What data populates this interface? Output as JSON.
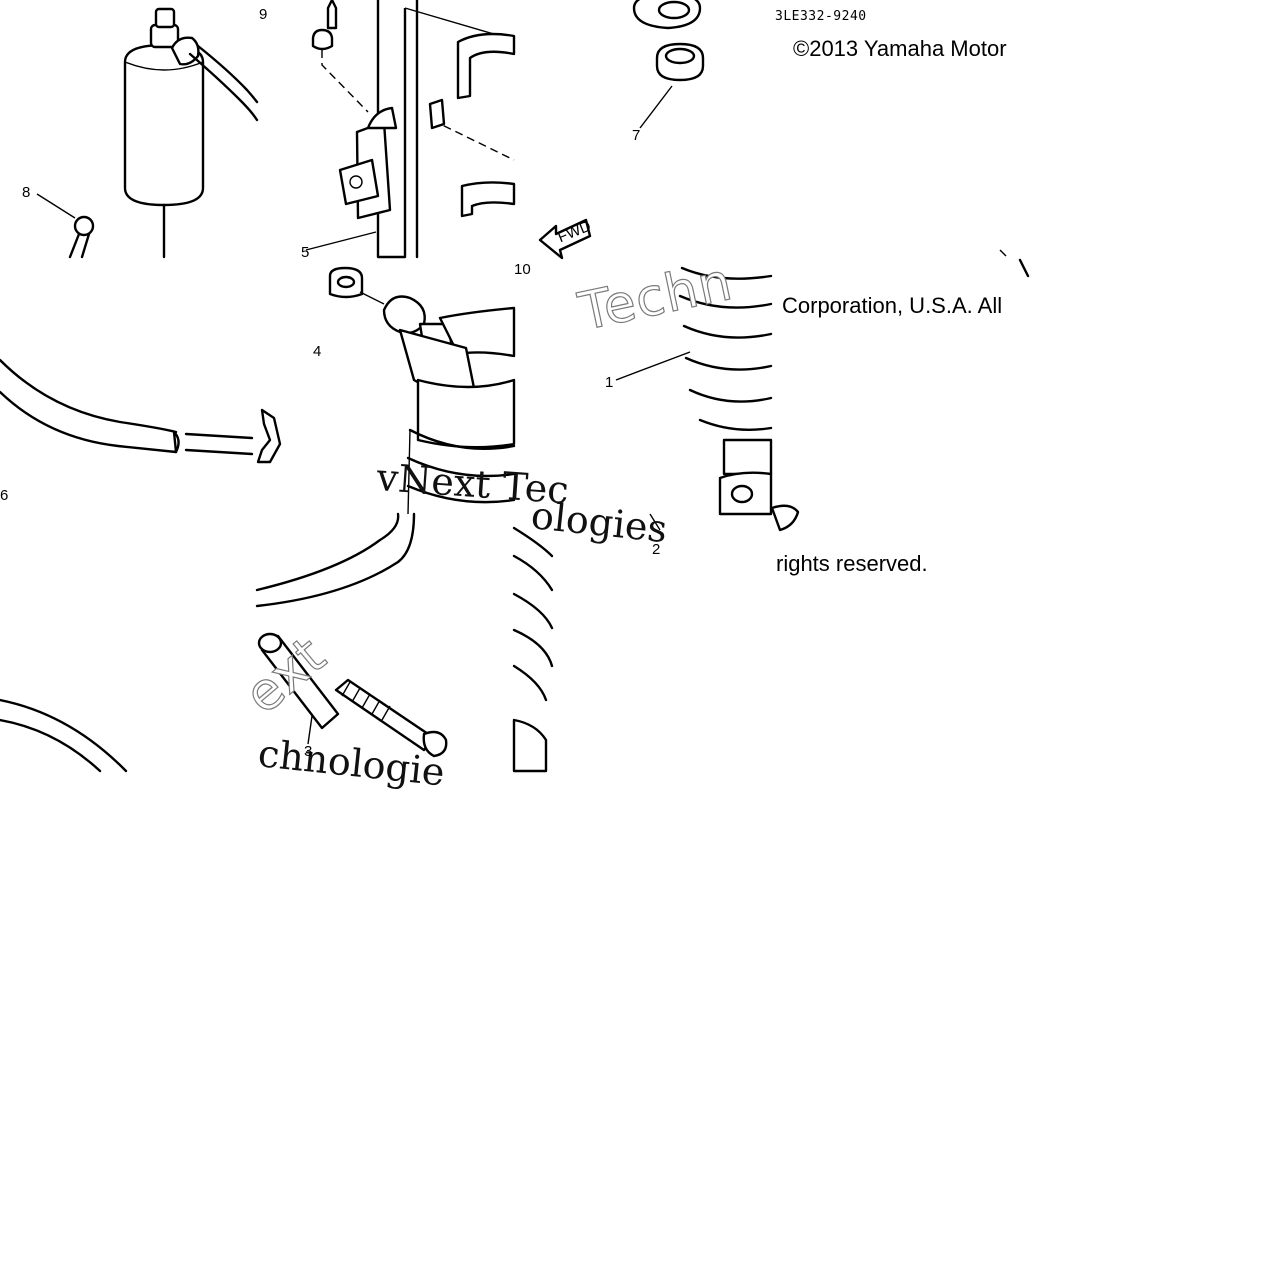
{
  "diagram": {
    "code": "3LE332-9240",
    "copyright": {
      "line1": "©2013 Yamaha Motor",
      "line2": "Corporation, U.S.A. All",
      "line3": "rights reserved."
    },
    "fwd_label": "FWD",
    "callouts": [
      "1",
      "2",
      "3",
      "4",
      "5",
      "6",
      "7",
      "8",
      "9",
      "10"
    ],
    "watermark": {
      "tile1": "Techn",
      "tile2": "vNext Tec",
      "tile3": "ologies",
      "tile4": "ext",
      "tile5": "chnologie"
    }
  }
}
